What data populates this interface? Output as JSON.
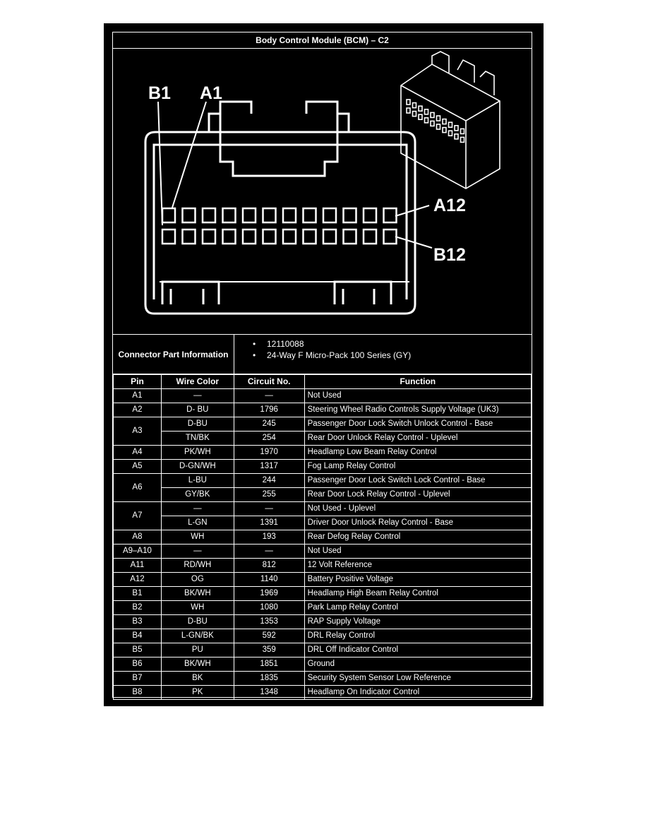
{
  "title": "Body Control Module (BCM) – C2",
  "diagram": {
    "label_b1": "B1",
    "label_a1": "A1",
    "label_a12": "A12",
    "label_b12": "B12"
  },
  "connector_info": {
    "label": "Connector Part Information",
    "items": [
      "12110088",
      "24-Way F Micro-Pack 100 Series (GY)"
    ]
  },
  "table": {
    "headers": [
      "Pin",
      "Wire Color",
      "Circuit No.",
      "Function"
    ],
    "rows": [
      {
        "pin": "A1",
        "color": "—",
        "circuit": "—",
        "function": "Not Used"
      },
      {
        "pin": "A2",
        "color": "D- BU",
        "circuit": "1796",
        "function": "Steering Wheel Radio Controls Supply Voltage (UK3)"
      },
      {
        "pin": "A3",
        "color": "D-BU",
        "circuit": "245",
        "function": "Passenger Door Lock Switch Unlock Control - Base"
      },
      {
        "pin": "",
        "color": "TN/BK",
        "circuit": "254",
        "function": "Rear Door Unlock Relay Control - Uplevel"
      },
      {
        "pin": "A4",
        "color": "PK/WH",
        "circuit": "1970",
        "function": "Headlamp Low Beam Relay Control"
      },
      {
        "pin": "A5",
        "color": "D-GN/WH",
        "circuit": "1317",
        "function": "Fog Lamp Relay Control"
      },
      {
        "pin": "A6",
        "color": "L-BU",
        "circuit": "244",
        "function": "Passenger Door Lock Switch Lock Control - Base"
      },
      {
        "pin": "",
        "color": "GY/BK",
        "circuit": "255",
        "function": "Rear Door Lock Relay Control - Uplevel"
      },
      {
        "pin": "A7",
        "color": "—",
        "circuit": "—",
        "function": "Not Used - Uplevel"
      },
      {
        "pin": "",
        "color": "L-GN",
        "circuit": "1391",
        "function": "Driver Door Unlock Relay Control - Base"
      },
      {
        "pin": "A8",
        "color": "WH",
        "circuit": "193",
        "function": "Rear Defog Relay Control"
      },
      {
        "pin": "A9–A10",
        "color": "—",
        "circuit": "—",
        "function": "Not Used"
      },
      {
        "pin": "A11",
        "color": "RD/WH",
        "circuit": "812",
        "function": "12 Volt Reference"
      },
      {
        "pin": "A12",
        "color": "OG",
        "circuit": "1140",
        "function": "Battery Positive Voltage"
      },
      {
        "pin": "B1",
        "color": "BK/WH",
        "circuit": "1969",
        "function": "Headlamp High Beam Relay Control"
      },
      {
        "pin": "B2",
        "color": "WH",
        "circuit": "1080",
        "function": "Park Lamp Relay Control"
      },
      {
        "pin": "B3",
        "color": "D-BU",
        "circuit": "1353",
        "function": "RAP Supply Voltage"
      },
      {
        "pin": "B4",
        "color": "L-GN/BK",
        "circuit": "592",
        "function": "DRL Relay Control"
      },
      {
        "pin": "B5",
        "color": "PU",
        "circuit": "359",
        "function": "DRL Off Indicator Control"
      },
      {
        "pin": "B6",
        "color": "BK/WH",
        "circuit": "1851",
        "function": "Ground"
      },
      {
        "pin": "B7",
        "color": "BK",
        "circuit": "1835",
        "function": "Security System Sensor Low Reference"
      },
      {
        "pin": "B8",
        "color": "PK",
        "circuit": "1348",
        "function": "Headlamp On Indicator Control"
      }
    ]
  }
}
